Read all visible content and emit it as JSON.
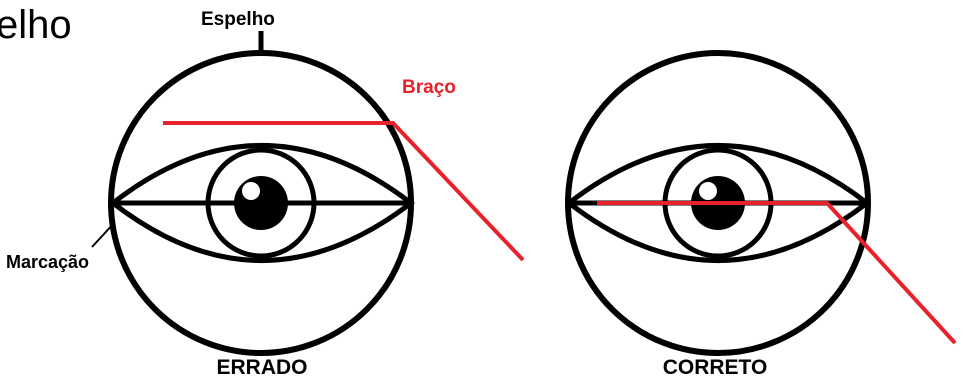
{
  "heading_fragment": "elho",
  "labels": {
    "mirror": "Espelho",
    "arm": "Braço",
    "mark": "Marcação"
  },
  "captions": {
    "wrong": "ERRADO",
    "right": "CORRETO"
  },
  "colors": {
    "outline": "#000000",
    "arm": "#e8212b",
    "background": "#ffffff"
  }
}
